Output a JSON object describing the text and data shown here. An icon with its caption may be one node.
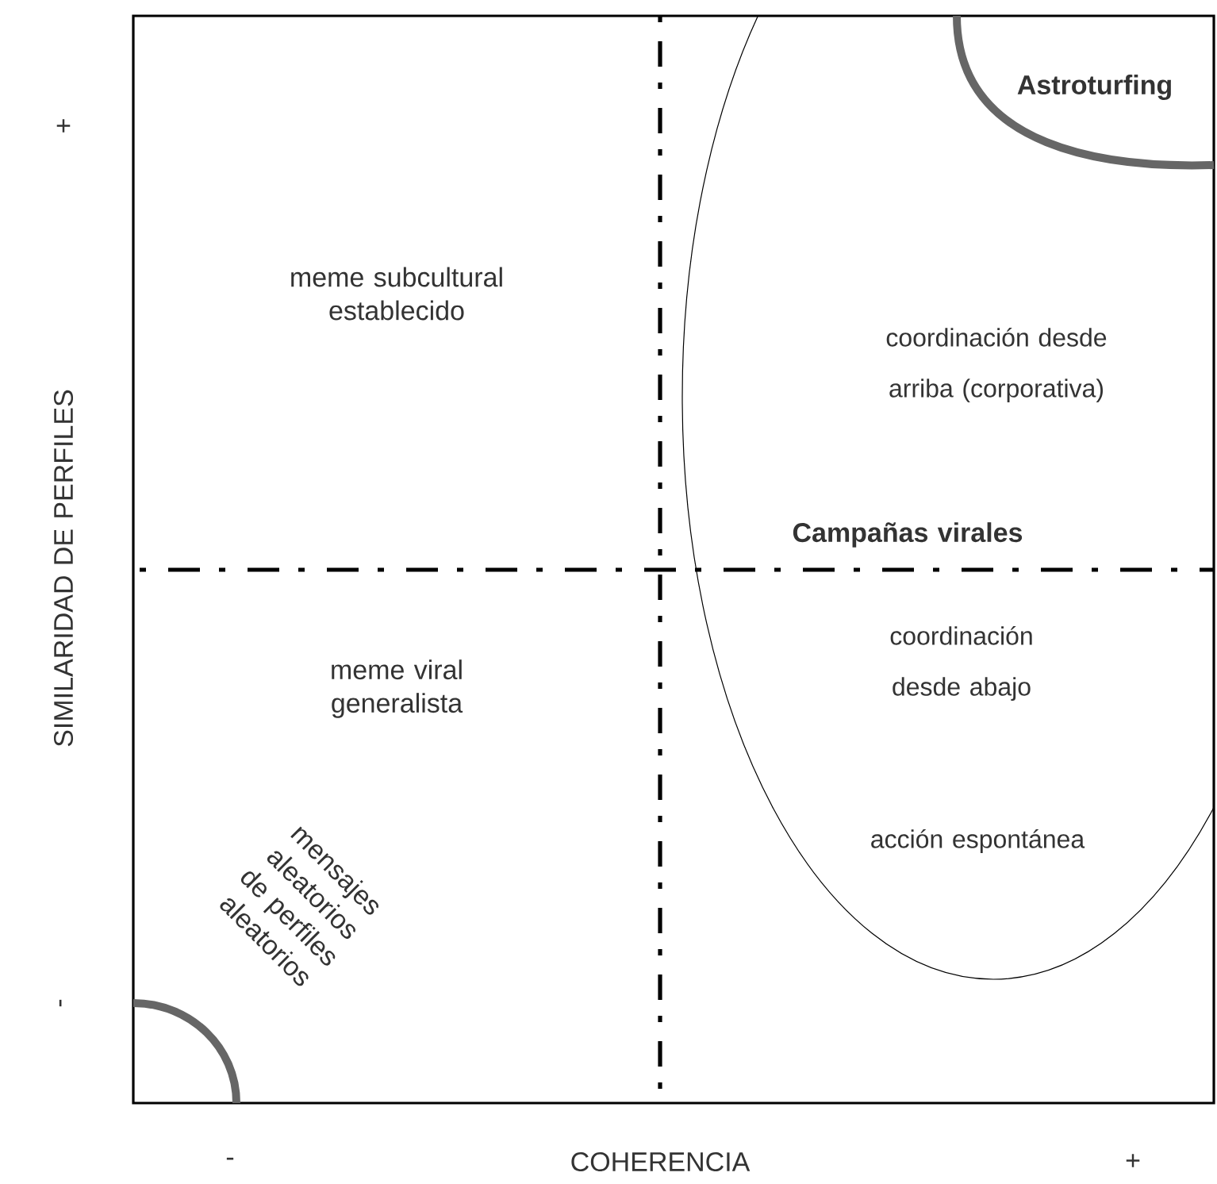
{
  "diagram": {
    "nodes": [
      {
        "text": [
          "coordinación desde arriba (corporativa)",
          "coordinación desde abajo",
          "acción espontánea"
        ]
      }
    ],
    "labels": [
      "+",
      "SIMILARIDAD DE PERFILES",
      "-",
      "Astroturfing",
      "meme subcultural establecido",
      "Campañas virales",
      "meme viral generalista",
      "mensajes aleatorios de perfiles aleatorios",
      "-",
      "COHERENCIA",
      "+"
    ]
  }
}
